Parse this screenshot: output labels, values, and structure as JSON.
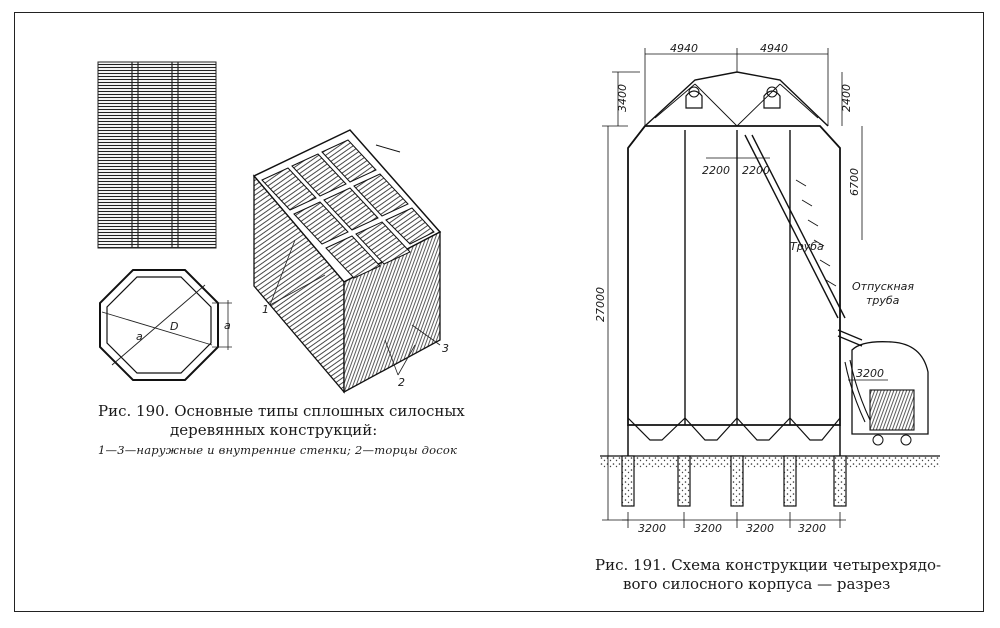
{
  "fig190": {
    "caption_line1": "Рис. 190. Основные типы сплошных силосных",
    "caption_line2": "деревянных конструкций:",
    "legend": "1—3—наружные и внутренние стенки; 2—торцы досок",
    "octagon_label_a1": "a",
    "octagon_label_a2": "a",
    "octagon_label_D": "D",
    "callout_1": "1",
    "callout_2": "2",
    "callout_3": "3"
  },
  "fig191": {
    "caption_line1": "Рис. 191. Схема конструкции четырехрядо-",
    "caption_line2": "вого силосного корпуса — разрез",
    "dim_top_left": "4940",
    "dim_top_right": "4940",
    "dim_roof_left": "3400",
    "dim_roof_right": "2400",
    "dim_inner_left": "2200",
    "dim_inner_right": "2200",
    "dim_height": "27000",
    "dim_upper_right": "6700",
    "dim_bottom": [
      "3200",
      "3200",
      "3200",
      "3200"
    ],
    "dim_wagon": "3200",
    "label_pipe": "Труба",
    "label_outlet_1": "Отпускная",
    "label_outlet_2": "труба"
  }
}
